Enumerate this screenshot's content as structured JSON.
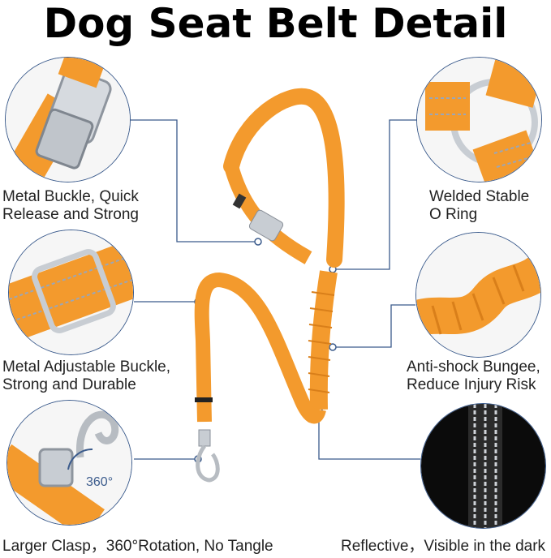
{
  "title": "Dog Seat Belt Detail",
  "features": {
    "metal_buckle": [
      "Metal Buckle, Quick",
      "Release and Strong"
    ],
    "o_ring": [
      "Welded Stable",
      "O Ring"
    ],
    "adjustable_buckle": [
      "Metal Adjustable Buckle,",
      "Strong and Durable"
    ],
    "bungee": [
      "Anti-shock Bungee,",
      "Reduce Injury Risk"
    ],
    "clasp": "Larger Clasp，360°Rotation, No Tangle",
    "reflective": "Reflective，Visible in the dark"
  },
  "rotation_badge": "360°",
  "colors": {
    "orange": "#f39a2d",
    "stitch": "#9aa6b8",
    "line": "#3b5b8c",
    "metal": "#c8cdd3"
  }
}
